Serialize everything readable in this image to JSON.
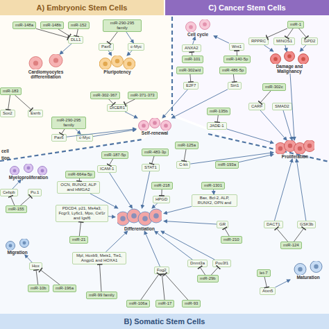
{
  "diagram": {
    "nodes": [
      {
        "text": [
          "A) Embryonic Stem Cells"
        ]
      },
      {
        "text": [
          "C) Cancer Stem Cells"
        ]
      },
      {
        "text": [
          "miR-148a"
        ]
      },
      {
        "text": [
          "miR-148b"
        ]
      },
      {
        "text": [
          "miR-152"
        ]
      },
      {
        "text": [
          "miR-290-295 family"
        ]
      },
      {
        "text": [
          "Cell cycle"
        ]
      },
      {
        "text": [
          "miR-1"
        ]
      },
      {
        "text": [
          "DLL1"
        ]
      },
      {
        "text": [
          "RPPRC"
        ]
      },
      {
        "text": [
          "MINOS1"
        ]
      },
      {
        "text": [
          "GPD2"
        ]
      },
      {
        "text": [
          "Pax6"
        ]
      },
      {
        "text": [
          "c-Myc"
        ]
      },
      {
        "text": [
          "ANXA2"
        ]
      },
      {
        "text": [
          "Wnt1"
        ]
      },
      {
        "text": [
          "miR-101"
        ]
      },
      {
        "text": [
          "miR-140-5p"
        ]
      },
      {
        "text": [
          "Damage and Malignancy"
        ]
      },
      {
        "text": [
          "Cardiomyocytes differentiation"
        ]
      },
      {
        "text": [
          "Pluripotency"
        ]
      },
      {
        "text": [
          "miR-302a/d"
        ]
      },
      {
        "text": [
          "miR-486-5p"
        ]
      },
      {
        "text": [
          "E2F7"
        ]
      },
      {
        "text": [
          "Sirt1"
        ]
      },
      {
        "text": [
          "miR-302c"
        ]
      },
      {
        "text": [
          "miR-183"
        ]
      },
      {
        "text": [
          "miR-302-367"
        ]
      },
      {
        "text": [
          "miR-371-373"
        ]
      },
      {
        "text": [
          "CARF"
        ]
      },
      {
        "text": [
          "SMAD2"
        ]
      },
      {
        "text": [
          "DICER1"
        ]
      },
      {
        "text": [
          "miR-135b"
        ]
      },
      {
        "text": [
          "Sox2"
        ]
      },
      {
        "text": [
          "Esrrb"
        ]
      },
      {
        "text": [
          "miR-290-295 family"
        ]
      },
      {
        "text": [
          "JADE-1"
        ]
      },
      {
        "text": [
          "Self-renewal"
        ]
      },
      {
        "text": [
          "Pax6"
        ]
      },
      {
        "text": [
          "c-Myc"
        ]
      },
      {
        "text": [
          "miR-125a"
        ]
      },
      {
        "text": [
          "miR-483-3p"
        ]
      },
      {
        "text": [
          "miR-187-5p"
        ]
      },
      {
        "text": [
          "Proliferation"
        ]
      },
      {
        "text": [
          "C-kit"
        ]
      },
      {
        "text": [
          "miR-193a"
        ]
      },
      {
        "text": [
          "STAT1"
        ]
      },
      {
        "text": [
          "ICAM-1"
        ]
      },
      {
        "text": [
          "Myeloproliferation"
        ]
      },
      {
        "text": [
          "miR-664a-5p"
        ]
      },
      {
        "text": [
          "miR-218"
        ]
      },
      {
        "text": [
          "miR-1301"
        ]
      },
      {
        "text": [
          "OCN, RUNX2, ALP and HMGA2"
        ]
      },
      {
        "text": [
          "Cebpb"
        ]
      },
      {
        "text": [
          "Pu.1"
        ]
      },
      {
        "text": [
          "HPGD"
        ]
      },
      {
        "text": [
          "Bax, Bcl-2, ALP, RUNX2, OPN and"
        ]
      },
      {
        "text": [
          "miR-155"
        ]
      },
      {
        "text": [
          "PDCD4, p21, Ms4a3, Fcgr3, Ly6c1, Mpo, Csf1r and Igsf6"
        ]
      },
      {
        "text": [
          "Differentiation"
        ]
      },
      {
        "text": [
          "GR"
        ]
      },
      {
        "text": [
          "DACT1"
        ]
      },
      {
        "text": [
          "GSK3b"
        ]
      },
      {
        "text": [
          "miR-21"
        ]
      },
      {
        "text": [
          "miR-210"
        ]
      },
      {
        "text": [
          "miR-124"
        ]
      },
      {
        "text": [
          "Migration"
        ]
      },
      {
        "text": [
          "Mpl, Hoxb9, Meis1, Tie1, Angpt1 and HOXA1"
        ]
      },
      {
        "text": [
          "Hox"
        ]
      },
      {
        "text": [
          "Dnmt3a"
        ]
      },
      {
        "text": [
          "Pou3f1"
        ]
      },
      {
        "text": [
          "Fog2"
        ]
      },
      {
        "text": [
          "let-7"
        ]
      },
      {
        "text": [
          "Maturation"
        ]
      },
      {
        "text": [
          "miR-29b"
        ]
      },
      {
        "text": [
          "miR-10b"
        ]
      },
      {
        "text": [
          "miR-196a"
        ]
      },
      {
        "text": [
          "Atxn5"
        ]
      },
      {
        "text": [
          "miR-99 family"
        ]
      },
      {
        "text": [
          "miR-106a"
        ]
      },
      {
        "text": [
          "miR-17"
        ]
      },
      {
        "text": [
          "miR-93"
        ]
      },
      {
        "text": [
          "B) Somatic Stem Cells"
        ]
      }
    ],
    "edges": [
      {
        "from": 2,
        "to": 8,
        "arrow": "to"
      },
      {
        "from": 3,
        "to": 8,
        "arrow": "to"
      },
      {
        "from": 4,
        "to": 8,
        "arrow": "to"
      },
      {
        "from": 5,
        "to": 12,
        "arrow": "to"
      },
      {
        "from": 5,
        "to": 13,
        "arrow": "to"
      },
      {
        "from": 8,
        "to": 19,
        "arrow": "to"
      },
      {
        "from": 12,
        "to": 20,
        "arrow": "to"
      },
      {
        "from": 13,
        "to": 20,
        "arrow": "to"
      },
      {
        "from": 27,
        "to": 31,
        "arrow": "to"
      },
      {
        "from": 28,
        "to": 31,
        "arrow": "to"
      },
      {
        "from": 31,
        "to": 37,
        "arrow": "to"
      },
      {
        "from": 26,
        "to": 33,
        "arrow": "to"
      },
      {
        "from": 26,
        "to": 34,
        "arrow": "to"
      },
      {
        "from": 35,
        "to": 38,
        "arrow": "to"
      },
      {
        "from": 35,
        "to": 39,
        "arrow": "to"
      },
      {
        "from": 38,
        "to": 37,
        "arrow": "to"
      },
      {
        "from": 39,
        "to": 37,
        "arrow": "to"
      },
      {
        "from": 7,
        "to": 9,
        "arrow": "to"
      },
      {
        "from": 7,
        "to": 10,
        "arrow": "to"
      },
      {
        "from": 7,
        "to": 11,
        "arrow": "to"
      },
      {
        "from": 9,
        "to": 18,
        "arrow": "to"
      },
      {
        "from": 10,
        "to": 18,
        "arrow": "to"
      },
      {
        "from": 11,
        "to": 18,
        "arrow": "to"
      },
      {
        "from": 16,
        "to": 14,
        "arrow": "to"
      },
      {
        "from": 17,
        "to": 15,
        "arrow": "to"
      },
      {
        "from": 14,
        "to": 6,
        "arrow": "to"
      },
      {
        "from": 15,
        "to": 6,
        "arrow": "to"
      },
      {
        "from": 21,
        "to": 23,
        "arrow": "to"
      },
      {
        "from": 22,
        "to": 24,
        "arrow": "to"
      },
      {
        "from": 23,
        "to": 37,
        "arrow": "to"
      },
      {
        "from": 24,
        "to": 37,
        "arrow": "to"
      },
      {
        "from": 25,
        "to": 29,
        "arrow": "to"
      },
      {
        "from": 29,
        "to": 43,
        "arrow": "to"
      },
      {
        "from": 32,
        "to": 36,
        "arrow": "to"
      },
      {
        "from": 36,
        "to": 43,
        "arrow": "to"
      },
      {
        "from": 30,
        "to": 43,
        "arrow": "to"
      },
      {
        "from": 18,
        "to": 43,
        "arrow": "to"
      },
      {
        "from": 40,
        "to": 44,
        "arrow": "to"
      },
      {
        "from": 44,
        "to": 43,
        "arrow": "to"
      },
      {
        "from": 41,
        "to": 46,
        "arrow": "to"
      },
      {
        "from": 42,
        "to": 47,
        "arrow": "to"
      },
      {
        "from": 46,
        "to": 59,
        "arrow": "to"
      },
      {
        "from": 47,
        "to": 59,
        "arrow": "to"
      },
      {
        "from": 45,
        "to": 43,
        "arrow": "to"
      },
      {
        "from": 49,
        "to": 52,
        "arrow": "to"
      },
      {
        "from": 52,
        "to": 59,
        "arrow": "to"
      },
      {
        "from": 50,
        "to": 55,
        "arrow": "to"
      },
      {
        "from": 55,
        "to": 59,
        "arrow": "to"
      },
      {
        "from": 51,
        "to": 56,
        "arrow": "to"
      },
      {
        "from": 56,
        "to": 59,
        "arrow": "to"
      },
      {
        "from": 57,
        "to": 53,
        "arrow": "to"
      },
      {
        "from": 57,
        "to": 54,
        "arrow": "to"
      },
      {
        "from": 53,
        "to": 48,
        "arrow": "to"
      },
      {
        "from": 63,
        "to": 58,
        "arrow": "to"
      },
      {
        "from": 58,
        "to": 59,
        "arrow": "to"
      },
      {
        "from": 64,
        "to": 60,
        "arrow": "to"
      },
      {
        "from": 60,
        "to": 59,
        "arrow": "to"
      },
      {
        "from": 65,
        "to": 61,
        "arrow": "to"
      },
      {
        "from": 65,
        "to": 62,
        "arrow": "to"
      },
      {
        "from": 61,
        "to": 43,
        "arrow": "to"
      },
      {
        "from": 62,
        "to": 43,
        "arrow": "to"
      },
      {
        "from": 75,
        "to": 68,
        "arrow": "to"
      },
      {
        "from": 76,
        "to": 68,
        "arrow": "to"
      },
      {
        "from": 68,
        "to": 66,
        "arrow": "to"
      },
      {
        "from": 78,
        "to": 67,
        "arrow": "to"
      },
      {
        "from": 67,
        "to": 59,
        "arrow": "to"
      },
      {
        "from": 79,
        "to": 71,
        "arrow": "to"
      },
      {
        "from": 80,
        "to": 71,
        "arrow": "to"
      },
      {
        "from": 81,
        "to": 71,
        "arrow": "to"
      },
      {
        "from": 71,
        "to": 59,
        "arrow": "to"
      },
      {
        "from": 74,
        "to": 69,
        "arrow": "to"
      },
      {
        "from": 74,
        "to": 70,
        "arrow": "to"
      },
      {
        "from": 69,
        "to": 59,
        "arrow": "to"
      },
      {
        "from": 70,
        "to": 59,
        "arrow": "to"
      },
      {
        "from": 72,
        "to": 77,
        "arrow": "to"
      },
      {
        "from": 77,
        "to": 73,
        "arrow": "to"
      }
    ],
    "labels": [
      "cell",
      "tion"
    ]
  }
}
